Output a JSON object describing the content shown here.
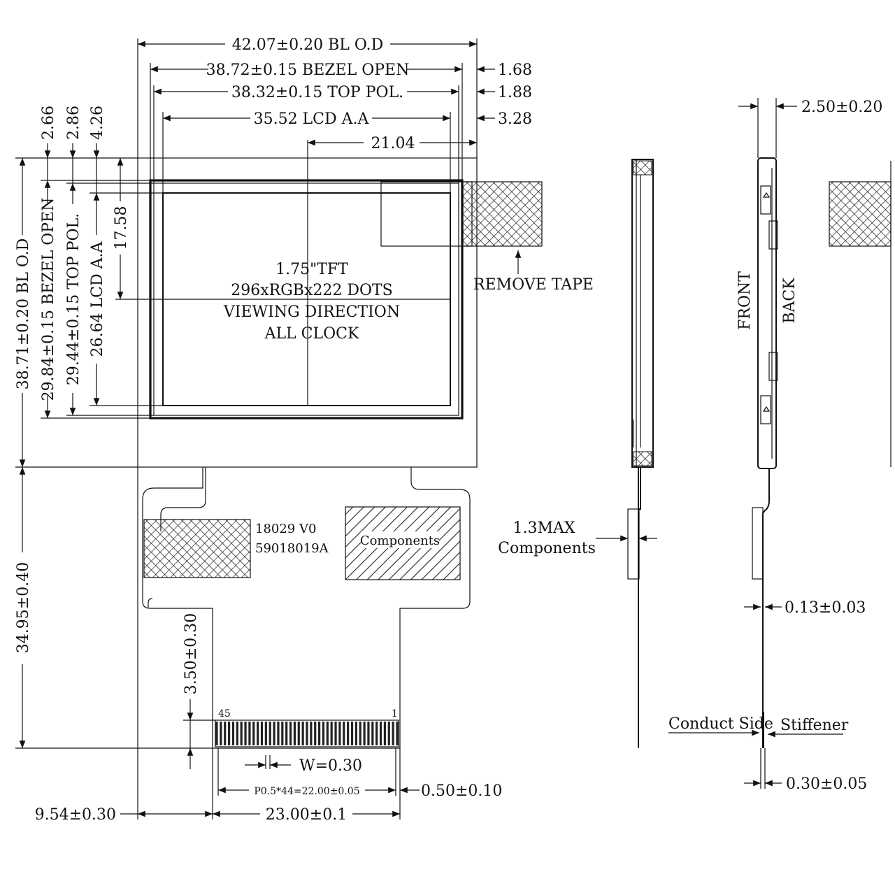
{
  "top_dims": {
    "bl_od": "42.07±0.20 BL O.D",
    "bezel_open": "38.72±0.15 BEZEL OPEN",
    "top_pol": "38.32±0.15 TOP POL.",
    "lcd_aa": "35.52 LCD A.A",
    "offset_1": "1.68",
    "offset_2": "1.88",
    "offset_3": "3.28",
    "half_aa": "21.04"
  },
  "left_dims": {
    "off_266": "2.66",
    "off_286": "2.86",
    "off_426": "4.26",
    "half_aa": "17.58",
    "bl_od": "38.71±0.20 BL O.D",
    "bezel_open": "29.84±0.15 BEZEL OPEN",
    "top_pol": "29.44±0.15 TOP POL.",
    "lcd_aa": "26.64 LCD A.A",
    "fpc_length": "34.95±0.40",
    "stiff_len": "3.50±0.30"
  },
  "panel": {
    "size": "1.75\"TFT",
    "resolution": "296xRGBx222 DOTS",
    "viewing": "VIEWING DIRECTION",
    "clock": "ALL CLOCK"
  },
  "notes": {
    "remove_tape": "REMOVE TAPE",
    "label_code1": "18029 V0",
    "label_code2": "59018019A",
    "components": "Components",
    "pin_left": "45",
    "pin_right": "1"
  },
  "bottom_dims": {
    "width": "W=0.30",
    "pitch": "P0.5*44=22.00±0.05",
    "edge": "0.50±0.10",
    "left_offset": "9.54±0.30",
    "fpc_width": "23.00±0.1"
  },
  "side_view": {
    "thickness": "2.50±0.20",
    "front": "FRONT",
    "back": "BACK",
    "comp_max_1": "1.3MAX",
    "comp_max_2": "Components",
    "fpc_thk": "0.13±0.03",
    "conduct": "Conduct Side",
    "stiffener": "Stiffener",
    "stiff_thk": "0.30±0.05"
  }
}
